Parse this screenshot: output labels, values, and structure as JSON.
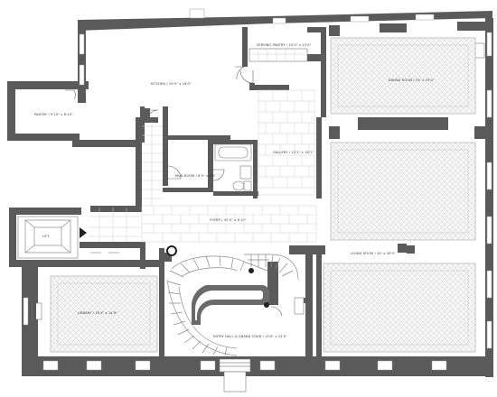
{
  "rooms": {
    "kitchen": "KITCHEN / 25'0\" x 18'0\"",
    "serving_pantry": "SERVING PANTRY / 10'0\" x 10'0\"",
    "dining_room": "DINING ROOM / 24' x 15'0\"",
    "pantry": "PANTRY / 9'10\" x 8'10\"",
    "gallery": "GALLERY / 13'1\" x 16'1\"",
    "mud_room": "MUD ROOM / 8'0\" x 8'0\"",
    "lift": "LIFT",
    "foyer": "FOYER / 30'0\" x 6'10\"",
    "living_room": "LIVING ROOM / 34' x 30'0\"",
    "library": "LIBRARY / 16'3\" x 14'9\"",
    "entry_hall": "ENTRY HALL & GRAND STAIR / 15'9\" x 15'0\""
  },
  "colors": {
    "wall": "#5a5a5a",
    "line": "#8a8a8a",
    "tile": "#cfcfcf",
    "rug": "#f4f4f4"
  }
}
